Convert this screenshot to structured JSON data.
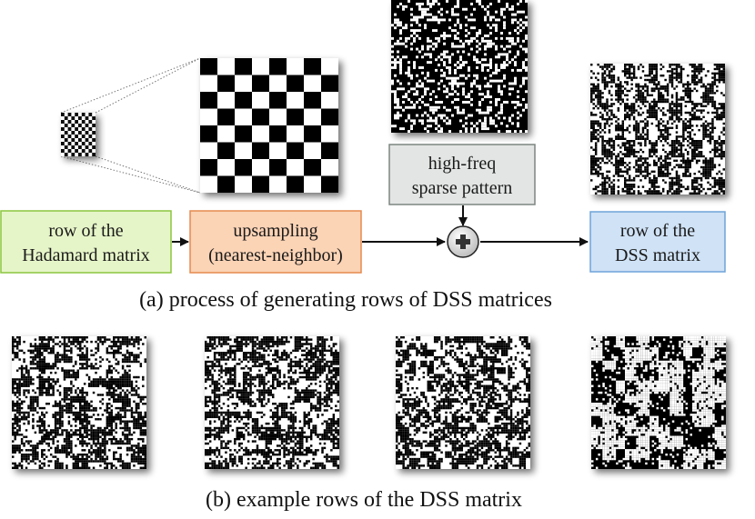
{
  "diagram": {
    "boxes": {
      "hadamard": {
        "line1": "row of the",
        "line2": "Hadamard matrix",
        "fill": "#e6f5c8",
        "stroke": "#8cc63f"
      },
      "upsampling": {
        "line1": "upsampling",
        "line2": "(nearest-neighbor)",
        "fill": "#fbd3b5",
        "stroke": "#e58a4e"
      },
      "highfreq": {
        "line1": "high-freq",
        "line2": "sparse pattern",
        "fill": "#e2e5e3",
        "stroke": "#7d8581"
      },
      "dss": {
        "line1": "row of the",
        "line2": "DSS matrix",
        "fill": "#cfe2f6",
        "stroke": "#6ea3d8"
      }
    },
    "adder_icon": "plus-in-circle-icon",
    "captions": {
      "a": "(a) process of generating rows of DSS matrices",
      "b": "(b) example rows of the DSS matrix"
    }
  }
}
